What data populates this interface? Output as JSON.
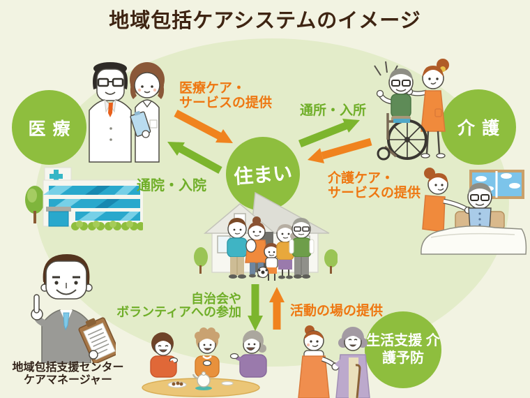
{
  "title": "地域包括ケアシステムのイメージ",
  "nodes": {
    "medical": {
      "label": "医療"
    },
    "care": {
      "label": "介護"
    },
    "home": {
      "label": "住まい"
    },
    "life_support": {
      "line1": "生活支援",
      "line2": "介護予防"
    }
  },
  "flows": {
    "medical_service": {
      "line1": "医療ケア・",
      "line2": "サービスの提供",
      "color": "orange",
      "from": "medical",
      "to": "home"
    },
    "hospital_visit": {
      "label": "通院・入院",
      "color": "green",
      "from": "home",
      "to": "medical"
    },
    "day_care": {
      "label": "通所・入所",
      "color": "green",
      "from": "home",
      "to": "care"
    },
    "care_service": {
      "line1": "介護ケア・",
      "line2": "サービスの提供",
      "color": "orange",
      "from": "care",
      "to": "home"
    },
    "volunteer": {
      "line1": "自治会や",
      "line2": "ボランティアへの参加",
      "color": "green",
      "from": "home",
      "to": "community"
    },
    "activity_place": {
      "label": "活動の場の提供",
      "color": "orange",
      "from": "community",
      "to": "home"
    }
  },
  "captions": {
    "care_manager": {
      "line1": "地域包括支援センター",
      "line2": "ケアマネージャー"
    }
  },
  "illustrations": {
    "doctor_nurse": "doctor-and-nurse",
    "hospital": "hospital-building",
    "wheelchair_pair": "elderly-man-in-wheelchair-with-caregiver",
    "bed_care": "bedridden-elderly-man-with-caregiver",
    "house_family": "three-generation-family-at-home",
    "care_manager": "care-manager-with-clipboard",
    "tea_gathering": "elderly-women-tea-gathering",
    "handshake": "caregiver-greeting-elderly-woman"
  },
  "colors": {
    "background": "#F2F3E2",
    "community_area": "#E3ECC9",
    "node_green": "#8EBE3E",
    "green_label": "#6FAE28",
    "green_arrow": "#7CB52D",
    "orange_label": "#EE7711",
    "orange_arrow": "#F0831E",
    "title_brown": "#3E2412",
    "caption_dark": "#33241A"
  }
}
